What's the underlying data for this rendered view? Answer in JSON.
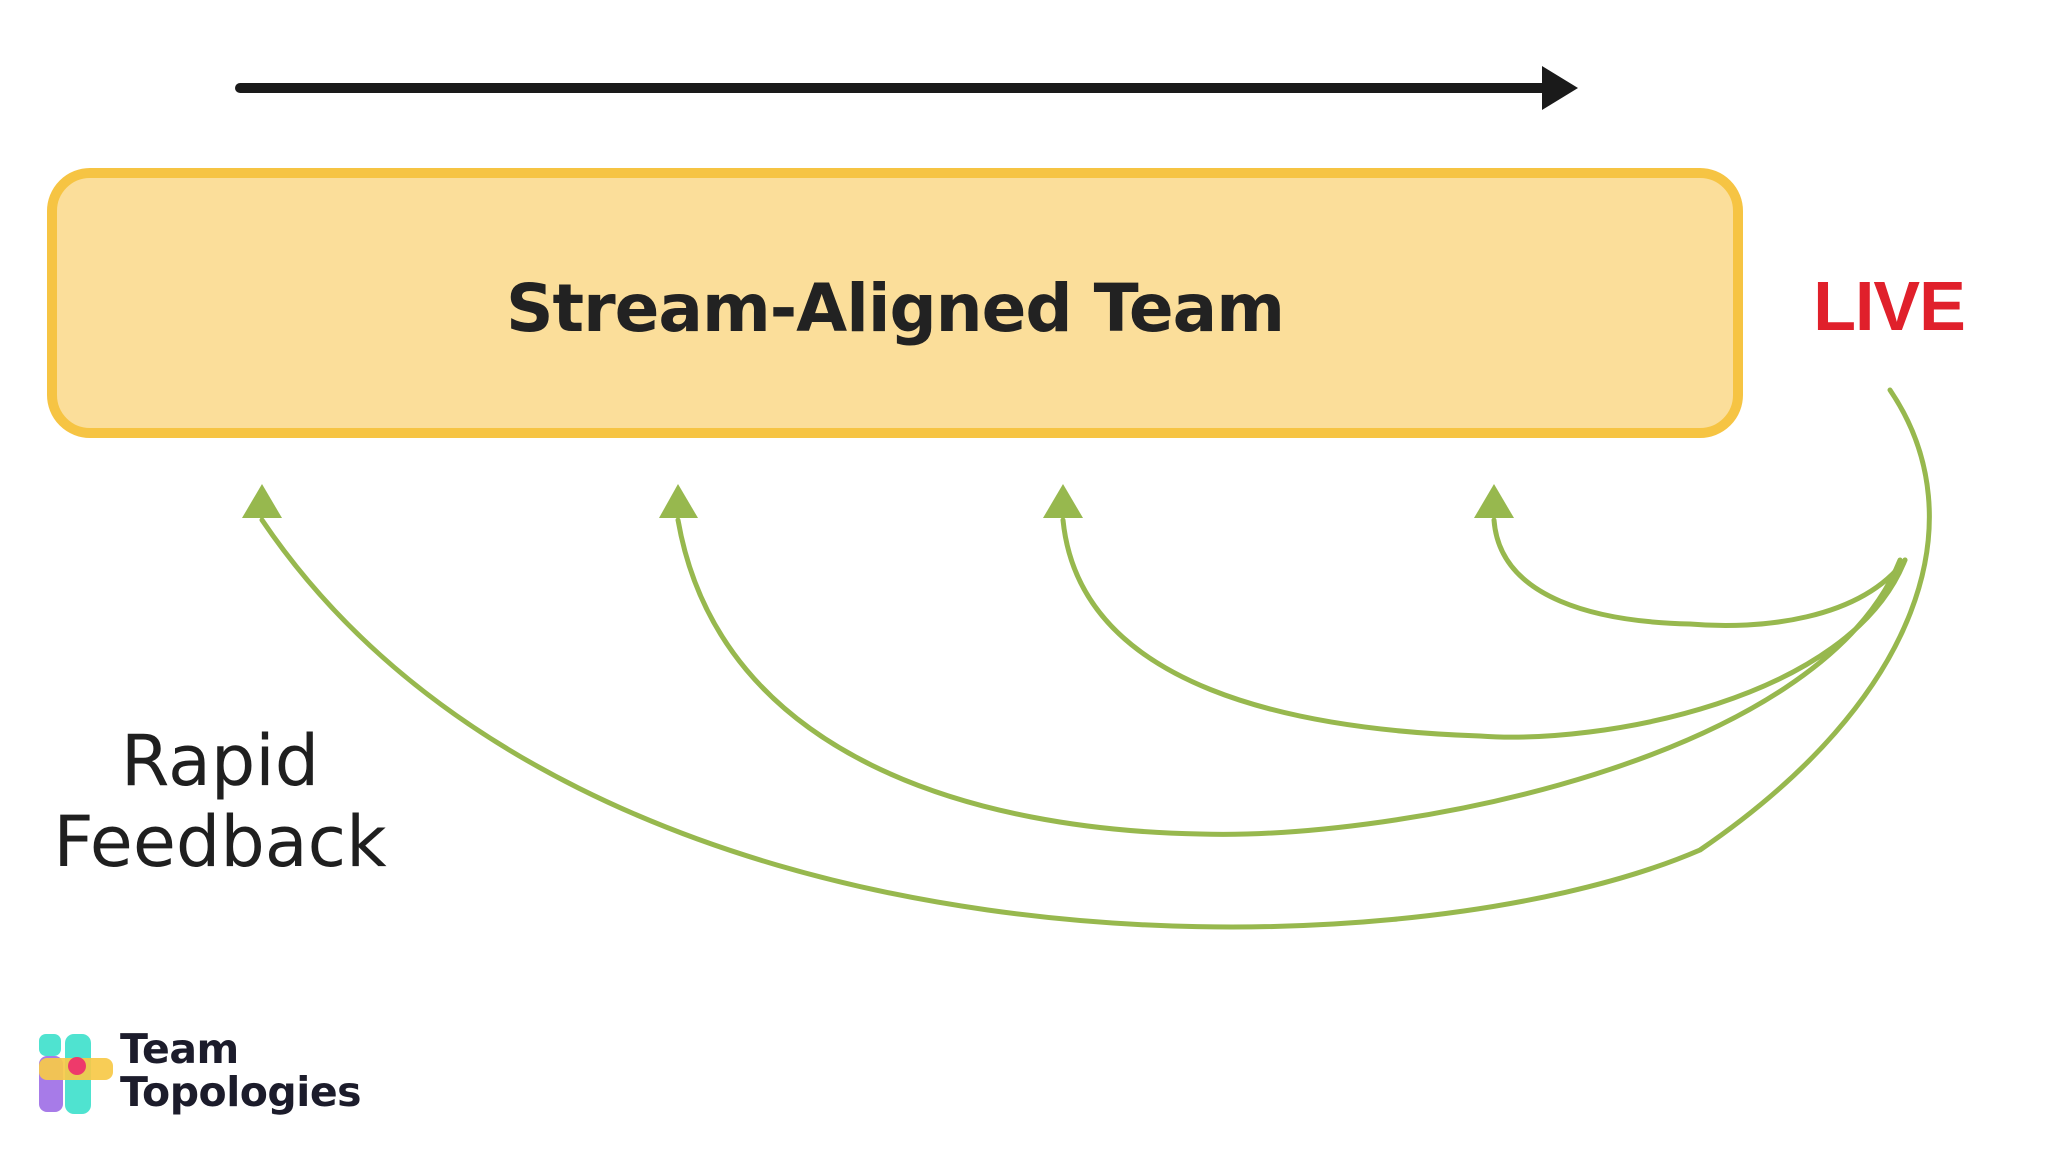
{
  "diagram": {
    "team_box": {
      "label": "Stream-Aligned Team",
      "fill_color": "#fbde9a",
      "border_color": "#f6c443"
    },
    "live_label": {
      "text": "LIVE",
      "color": "#e0202b"
    },
    "feedback_label": {
      "line1": "Rapid",
      "line2": "Feedback"
    },
    "flow_arrow_color": "#1a1a1a",
    "feedback_arrow_color": "#97b84e",
    "feedback_arrow_count": 4
  },
  "brand": {
    "name_line1": "Team",
    "name_line2": "Topologies",
    "logo_icon": "team-topologies-logo-icon",
    "logo_colors": [
      "#4fe3d0",
      "#a77be8",
      "#f7c948",
      "#ee3a6b"
    ]
  }
}
